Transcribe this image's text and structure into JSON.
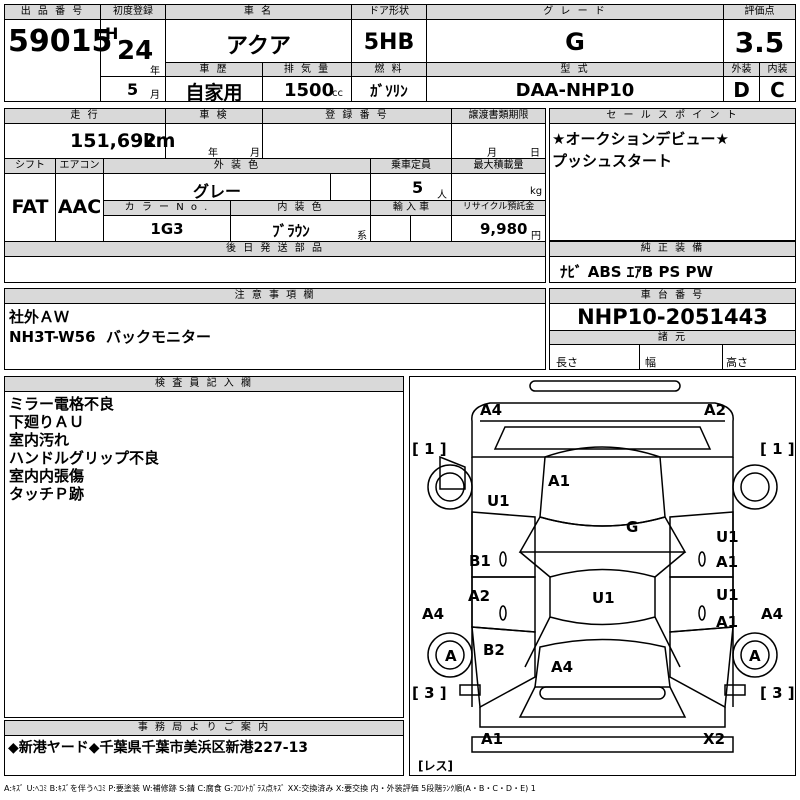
{
  "header": {
    "lot_no_label": "出 品 番 号",
    "lot_no": "59015",
    "first_reg_label": "初度登録",
    "era": "H",
    "year": "24",
    "year_unit": "年",
    "month": "5",
    "month_unit": "月",
    "car_name_label": "車  名",
    "car_name": "アクア",
    "door_label": "ドア形状",
    "door": "5HB",
    "grade_label": "グ レ ー ド",
    "grade": "G",
    "score_label": "評価点",
    "score": "3.5",
    "history_label": "車  歴",
    "history": "自家用",
    "displacement_label": "排 気 量",
    "displacement": "1500",
    "displacement_unit": "cc",
    "fuel_label": "燃  料",
    "fuel": "ｶﾞｿﾘﾝ",
    "model_label": "型  式",
    "model": "DAA-NHP10",
    "ext_label": "外装",
    "int_label": "内装",
    "ext_score": "D",
    "int_score": "C"
  },
  "row2": {
    "mileage_label": "走  行",
    "mileage": "151,692",
    "mileage_unit": "km",
    "inspection_label": "車  検",
    "insp_year_unit": "年",
    "insp_month_unit": "月",
    "reg_no_label": "登 録 番 号",
    "transfer_label": "譲渡書類期限",
    "transfer_month_unit": "月",
    "transfer_day_unit": "日",
    "shift_label": "シフト",
    "shift": "FAT",
    "ac_label": "エアコン",
    "ac": "AAC",
    "ext_color_label": "外 装 色",
    "ext_color": "グレー",
    "capacity_label": "乗車定員",
    "capacity": "5",
    "capacity_unit": "人",
    "max_load_label": "最大積載量",
    "max_load_unit": "kg",
    "color_no_label": "カ ラ ー N o .",
    "color_no": "1G3",
    "int_color_label": "内 装 色",
    "int_color": "ﾌﾞﾗｳﾝ",
    "int_color_unit": "系",
    "import_label": "輸 入 車",
    "recycle_label": "リサイクル預託金",
    "recycle": "9,980",
    "recycle_unit": "円",
    "later_parts_label": "後 日 発 送 部 品"
  },
  "sales_point": {
    "label": "セ ー ル ス ポ イ ン ト",
    "lines": [
      "★オークションデビュー★",
      "プッシュスタート"
    ]
  },
  "equipment": {
    "label": "純 正 装 備",
    "value": "ﾅﾋﾞ ABS ｴｱB PS PW"
  },
  "notes": {
    "label": "注 意 事 項 欄",
    "lines": [
      "社外ＡＷ",
      "NH3T-W56  バックモニター"
    ]
  },
  "chassis": {
    "label": "車 台 番 号",
    "value": "NHP10-2051443",
    "dims_label": "諸  元",
    "length_label": "長さ",
    "width_label": "幅",
    "height_label": "高さ"
  },
  "inspector": {
    "label": "検 査 員 記 入 欄",
    "lines": [
      "ミラー電格不良",
      "下廻りＡＵ",
      "室内汚れ",
      "ハンドルグリップ不良",
      "室内内張傷",
      "タッチＰ跡"
    ]
  },
  "office": {
    "label": "事 務 局 よ り ご 案 内",
    "text": "◆新港ヤード◆千葉県千葉市美浜区新港227-13"
  },
  "diagram": {
    "marks": {
      "a4_tl": "A4",
      "a2_tr": "A2",
      "br1_l": "[ 1 ]",
      "br1_r": "[ 1 ]",
      "a1_hood": "A1",
      "u1_fl": "U1",
      "g_roof": "G",
      "u1_fr": "U1",
      "a1_fr": "A1",
      "b1_l": "B1",
      "a2_l": "A2",
      "u1_c": "U1",
      "u1_r": "U1",
      "a1_r": "A1",
      "a4_l": "A4",
      "a4_r": "A4",
      "a_wl": "A",
      "b2_l": "B2",
      "a4_rear": "A4",
      "a_wr": "A",
      "br3_l": "[ 3 ]",
      "br3_r": "[ 3 ]",
      "a1_bl": "A1",
      "x2_br": "X2",
      "res": "[レス]"
    }
  },
  "legend": "A:ｷｽﾞ  U:ﾍｺﾐ  B:ｷｽﾞを伴うﾍｺﾐ  P:要塗装  W:補修跡  S:錆  C:腐食  G:ﾌﾛﾝﾄｶﾞﾗｽ点ｷｽﾞ  XX:交換済み  X:要交換   内・外装評価  5段階ﾗﾝｸ順(A・B・C・D・E) 1"
}
